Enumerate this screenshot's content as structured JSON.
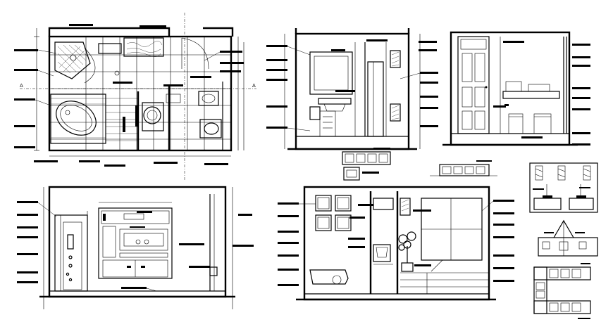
{
  "drawing": {
    "views": [
      "bathroom-floor-plan",
      "section-a",
      "section-b",
      "elevation-c",
      "elevation-d",
      "construction-details"
    ],
    "accent_color": "#000000",
    "background_color": "#ffffff"
  }
}
